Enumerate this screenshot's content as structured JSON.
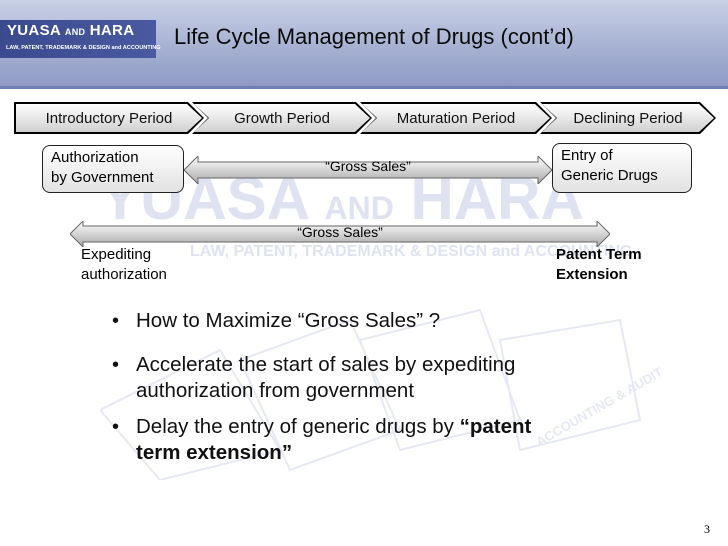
{
  "header": {
    "logo_main_1": "YUASA",
    "logo_and": "AND",
    "logo_main_2": "HARA",
    "logo_sub": "LAW, PATENT, TRADEMARK & DESIGN and ACCOUNTING",
    "title": "Life Cycle Management of Drugs (cont’d)"
  },
  "watermark": {
    "big_1": "YUASA",
    "big_and": "AND",
    "big_2": "HARA",
    "sub": "LAW, PATENT, TRADEMARK & DESIGN and ACCOUNTING",
    "seal_text_1": "ACCOUNTING & AUDITING DIVISION"
  },
  "phases": [
    "Introductory Period",
    "Growth Period",
    "Maturation Period",
    "Declining Period"
  ],
  "row1": {
    "left_line1": "Authorization",
    "left_line2": "by Government",
    "bar_label": "“Gross Sales”",
    "right_line1": "Entry of",
    "right_line2": "Generic Drugs"
  },
  "row2": {
    "bar_label": "“Gross Sales”",
    "left_line1": "Expediting",
    "left_line2": "authorization",
    "right_line1": "Patent Term",
    "right_line2": "Extension"
  },
  "bullets": {
    "b1": "How to Maximize “Gross Sales” ?",
    "b2_line1": "Accelerate the start of sales by expediting",
    "b2_line2": "authorization from government",
    "b3_pre": "Delay the entry of generic drugs by ",
    "b3_bold1": "“patent",
    "b3_bold2": "term extension”"
  },
  "page_number": "3"
}
